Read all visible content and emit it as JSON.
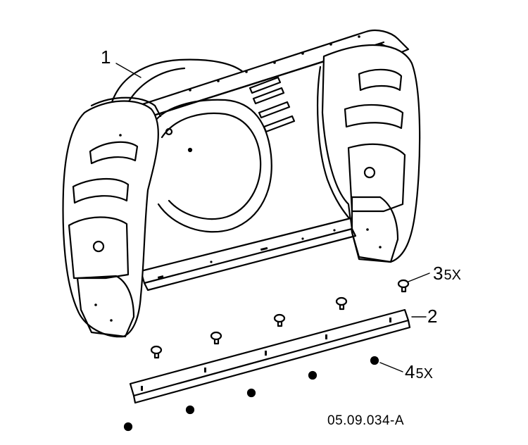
{
  "diagram": {
    "callouts": [
      {
        "id": "1",
        "number": "1",
        "qty": ""
      },
      {
        "id": "2",
        "number": "2",
        "qty": ""
      },
      {
        "id": "3",
        "number": "3",
        "qty": "5X"
      },
      {
        "id": "4",
        "number": "4",
        "qty": "5X"
      }
    ],
    "reference_code": "05.09.034-A",
    "line_color": "#000000",
    "background": "#ffffff"
  }
}
